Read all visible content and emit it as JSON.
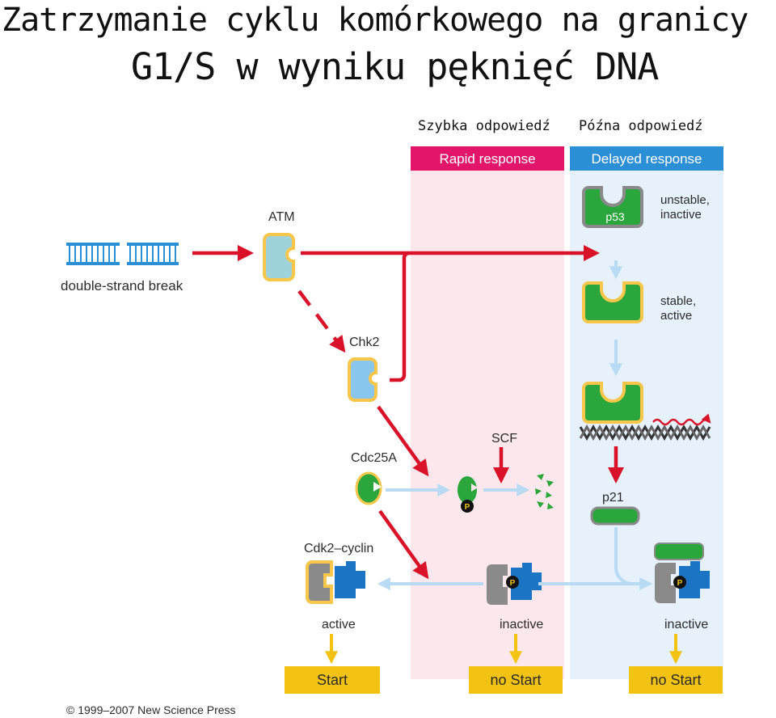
{
  "title": {
    "line1": "Zatrzymanie cyklu komórkowego na granicy",
    "line2": "G1/S w wyniku pęknięć DNA"
  },
  "columns": {
    "rapid_pl": "Szybka odpowiedź",
    "delayed_pl": "Późna odpowiedź",
    "rapid_en": "Rapid response",
    "delayed_en": "Delayed response"
  },
  "labels": {
    "atm": "ATM",
    "dsb": "double-strand break",
    "chk2": "Chk2",
    "cdc25a": "Cdc25A",
    "scf": "SCF",
    "p53": "p53",
    "unstable": "unstable,",
    "inactive_lc": "inactive",
    "stable": "stable,",
    "active_lc": "active",
    "p21": "p21",
    "cdk2_cyclin": "Cdk2–cyclin",
    "active": "active",
    "inactive_mid": "inactive",
    "inactive_right": "inactive",
    "phospho": "P",
    "start": "Start",
    "no_start_mid": "no Start",
    "no_start_right": "no Start",
    "copyright": "© 1999–2007 New Science Press"
  },
  "colors": {
    "rapid_header": "#e2156b",
    "delayed_header": "#2b8fd6",
    "rapid_bg": "#fce8ec",
    "delayed_bg": "#e6f1fb",
    "red_arrow": "#d9122a",
    "light_blue_arrow": "#b8daf2",
    "gold": "#f2c312",
    "green": "#2aa63c",
    "blue": "#1c74c4",
    "gray": "#8a8a8a"
  }
}
